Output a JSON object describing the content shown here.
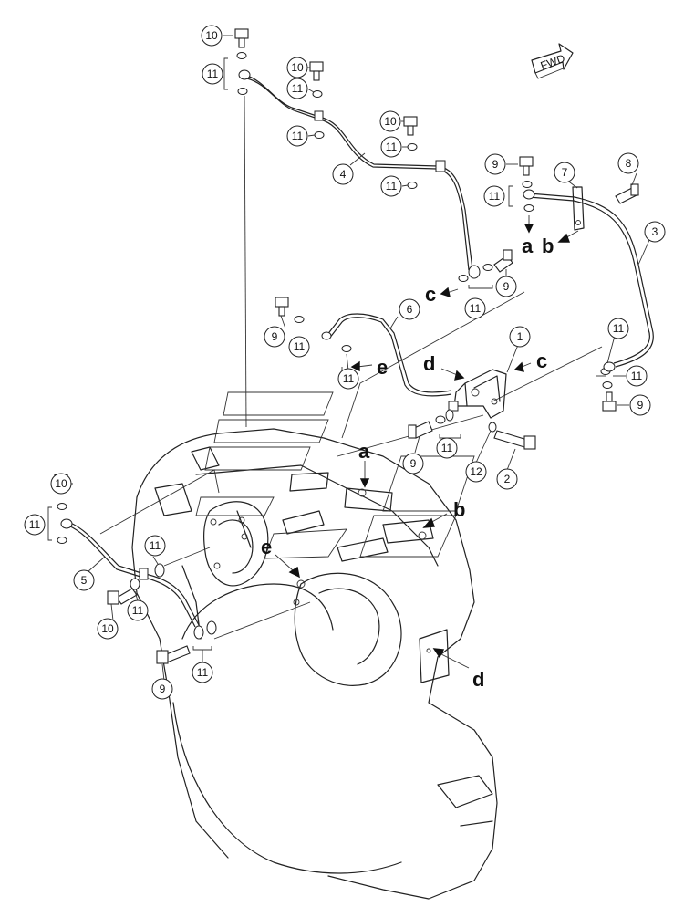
{
  "callouts": {
    "c1": "1",
    "c2": "2",
    "c3": "3",
    "c4": "4",
    "c5": "5",
    "c6": "6",
    "c7": "7",
    "c8": "8",
    "c9": "9",
    "c10": "10",
    "c11": "11",
    "c12": "12"
  },
  "letters": {
    "a": "a",
    "b": "b",
    "c": "c",
    "d": "d",
    "e": "e"
  },
  "fwd_label": "FWD"
}
